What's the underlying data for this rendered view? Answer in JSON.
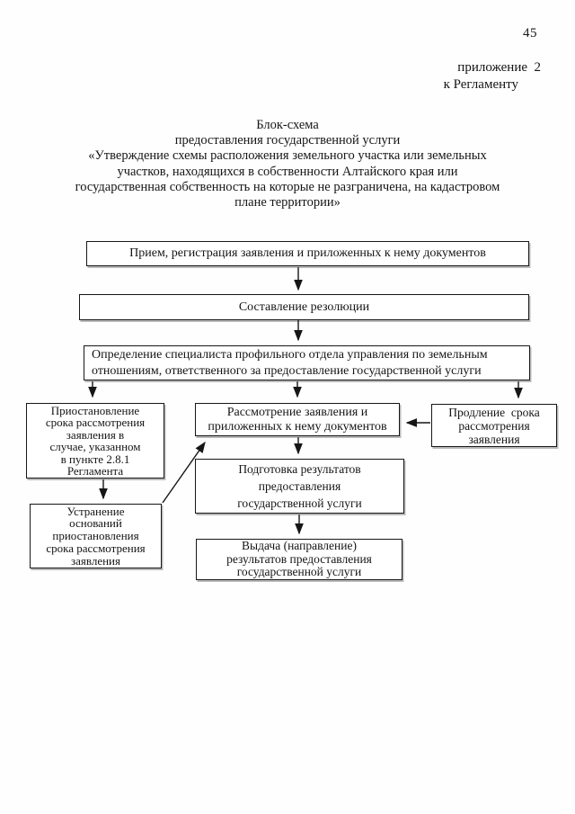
{
  "page": {
    "number": "45",
    "appendix_line1": "приложение  2",
    "appendix_line2": "к Регламенту"
  },
  "title": {
    "line1": "Блок-схема",
    "line2": "предоставления государственной услуги",
    "quoted": "«Утверждение схемы расположения земельного участка или земельных\nучастков, находящихся в собственности Алтайского края или\nгосударственная собственность на которые не разграничена, на кадастровом\nплане территории»"
  },
  "flowchart": {
    "reception": "Прием, регистрация заявления и приложенных к нему документов",
    "resolution": "Составление резолюции",
    "specialist": "Определение специалиста профильного отдела управления по земельным\nотношениям, ответственного за предоставление государственной услуги",
    "suspension": "Приостановление\nсрока рассмотрения\nзаявления в\nслучае, указанном\nв пункте 2.8.1\nРегламента",
    "review": "Рассмотрение заявления и\nприложенных к нему документов",
    "extension": "Продление  срока\nрассмотрения\nзаявления",
    "preparation": "Подготовка результатов\nпредоставления\nгосударственной услуги",
    "elimination": "Устранение\nоснований\nприостановления\nсрока рассмотрения\nзаявления",
    "issuance": "Выдача (направление)\nрезультатов предоставления\nгосударственной услуги"
  },
  "colors": {
    "ink": "#161616",
    "paper": "#fefefe"
  }
}
